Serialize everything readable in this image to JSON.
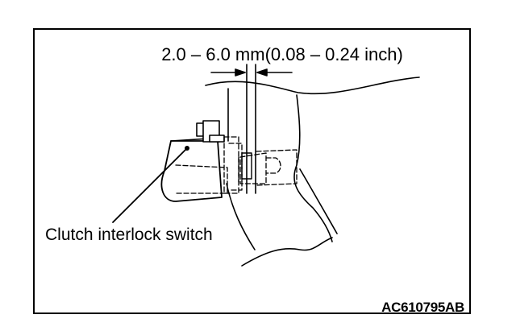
{
  "dimension": {
    "text": "2.0 – 6.0 mm(0.08 – 0.24 inch)"
  },
  "callout": {
    "text": "Clutch interlock switch"
  },
  "figure_code": {
    "text": "AC610795AB"
  }
}
